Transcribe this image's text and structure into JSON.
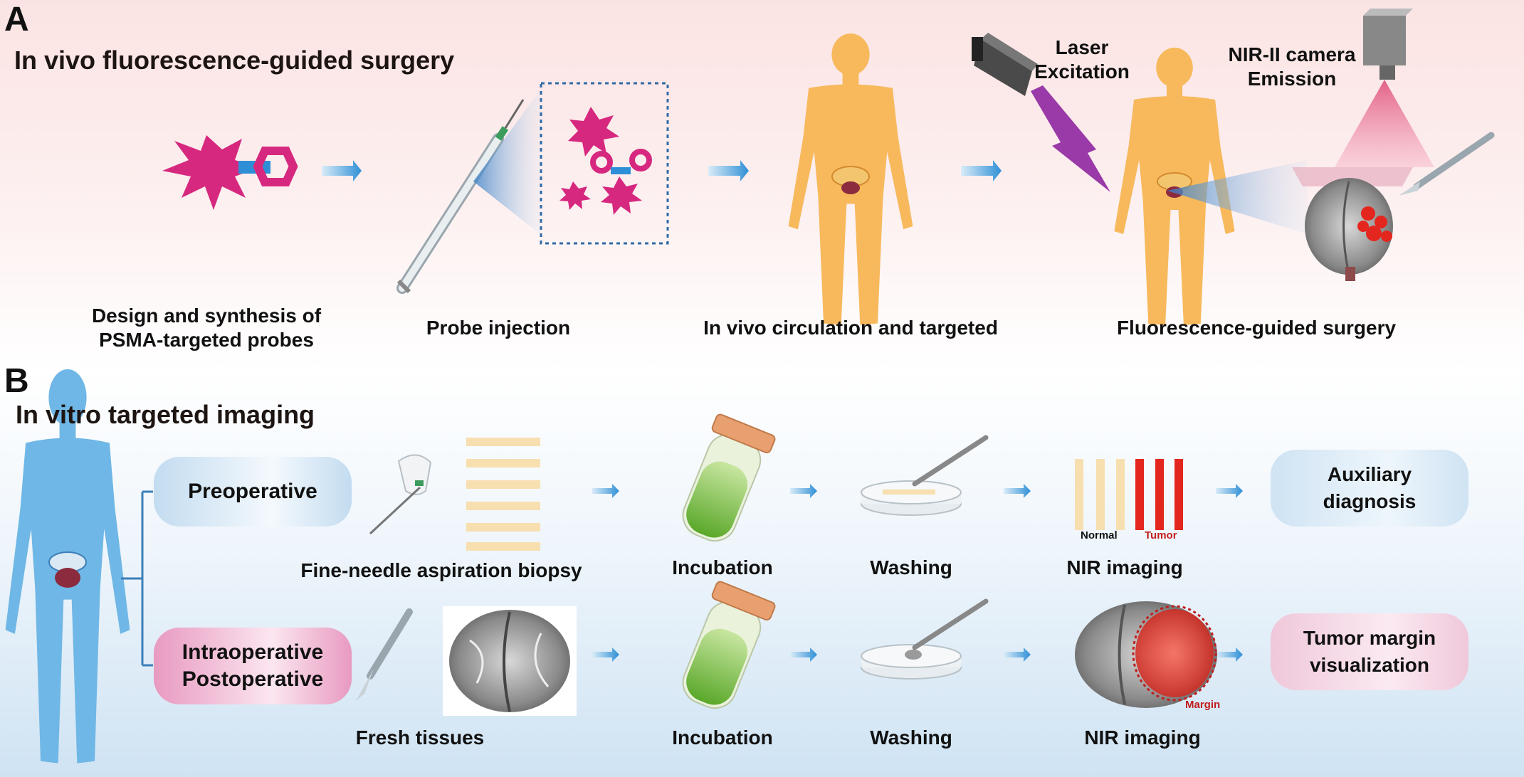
{
  "panel_a": {
    "letter": "A",
    "title": "In vivo fluorescence-guided surgery",
    "captions": {
      "design_line1": "Design and synthesis of",
      "design_line2": "PSMA-targeted probes",
      "injection": "Probe injection",
      "circulation": "In vivo circulation and targeted",
      "surgery": "Fluorescence-guided surgery"
    },
    "laser_line1": "Laser",
    "laser_line2": "Excitation",
    "camera_line1": "NIR-II camera",
    "camera_line2": "Emission"
  },
  "panel_b": {
    "letter": "B",
    "title": "In vitro targeted imaging",
    "preoperative": "Preoperative",
    "intraoperative_line1": "Intraoperative",
    "intraoperative_line2": "Postoperative",
    "row1": {
      "biopsy": "Fine-needle aspiration biopsy",
      "incubation": "Incubation",
      "washing": "Washing",
      "nir": "NIR imaging",
      "normal": "Normal",
      "tumor": "Tumor",
      "result_line1": "Auxiliary",
      "result_line2": "diagnosis"
    },
    "row2": {
      "tissues": "Fresh tissues",
      "incubation": "Incubation",
      "washing": "Washing",
      "nir": "NIR imaging",
      "margin": "Margin",
      "result_line1": "Tumor margin",
      "result_line2": "visualization"
    }
  },
  "colors": {
    "probe_magenta": "#d6287f",
    "linker_blue": "#2f8fd6",
    "human_orange": "#f7b95c",
    "human_blue": "#6fb7e6",
    "laser_purple": "#9a3aa8",
    "camera_pink": "#e0527c",
    "tumor_red": "#e3261e",
    "normal_stripe": "#f7dfb0",
    "tube_green": "#7dc23b"
  },
  "icons": [
    "probe-star-icon",
    "syringe-icon",
    "human-figure-icon",
    "laser-device-icon",
    "nir-camera-icon",
    "tissue-icon",
    "scalpel-icon",
    "test-tube-icon",
    "petri-dish-icon",
    "arrow-icon"
  ]
}
